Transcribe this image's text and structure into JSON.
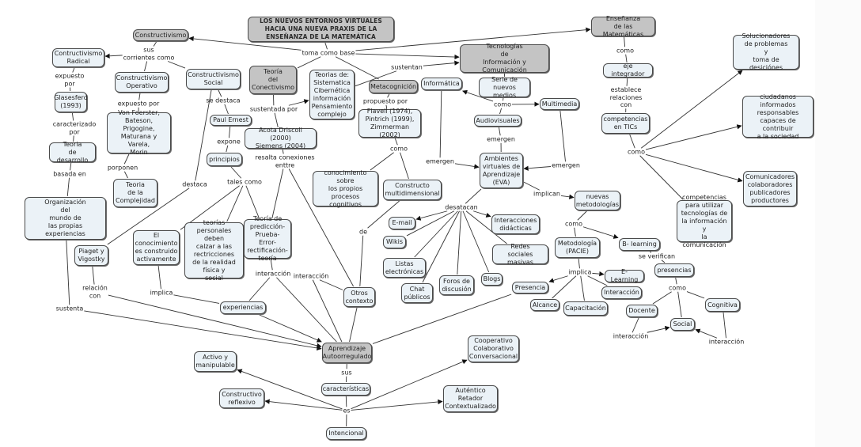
{
  "title": "LOS NUEVOS ENTORNOS VIRTUALES\nHACIA UNA NUEVA PRAXIS DE LA\nENSEÑANZA DE LA MATEMÁTICA",
  "nodes": [
    {
      "id": "root",
      "text": "LOS NUEVOS ENTORNOS VIRTUALES\nHACIA UNA NUEVA PRAXIS DE LA\nENSEÑANZA DE LA MATEMÁTICA",
      "style": "gray main"
    },
    {
      "id": "constructivismo",
      "text": "Constructivismo",
      "style": "gray"
    },
    {
      "id": "radical",
      "text": "Contructivismo\nRadical",
      "style": "light"
    },
    {
      "id": "operativo",
      "text": "Constructivismo\nOperativo",
      "style": "light"
    },
    {
      "id": "social",
      "text": "Constructivismo\nSocial",
      "style": "light"
    },
    {
      "id": "conectivismo",
      "text": "Teoría\ndel\nConectivismo",
      "style": "gray"
    },
    {
      "id": "teorias",
      "text": "Teorias de:\nSistematica\nCibernética\ninformación\nPensamiento\ncomplejo",
      "style": "light"
    },
    {
      "id": "metacognicion",
      "text": "Metacognición",
      "style": "gray"
    },
    {
      "id": "tic",
      "text": "Tecnologías\nde\nInformación y Comunicación",
      "style": "gray"
    },
    {
      "id": "ensenanza",
      "text": "Enseñanza\nde las Matemáticas",
      "style": "gray"
    },
    {
      "id": "glasesferd",
      "text": "Glasesferd\n(1993)",
      "style": "light"
    },
    {
      "id": "vonfoerster",
      "text": "Von Foerster,\nBateson,\nPrigogine,\nMaturana y Varela,\nMorin",
      "style": "light"
    },
    {
      "id": "paulernest",
      "text": "Paul Ernest",
      "style": "light"
    },
    {
      "id": "acota",
      "text": "Acota Driscoll (2000)\nSiemens (2004)",
      "style": "light"
    },
    {
      "id": "flavell",
      "text": "Flavell (1974),\nPintrich (1999),\nZimmerman (2002)",
      "style": "light"
    },
    {
      "id": "informatica",
      "text": "Informática",
      "style": "light"
    },
    {
      "id": "serie",
      "text": "Serie de\nnuevos medios",
      "style": "light"
    },
    {
      "id": "multimedia",
      "text": "Multimedia",
      "style": "light"
    },
    {
      "id": "audiovisuales",
      "text": "Audiovisuales",
      "style": "light"
    },
    {
      "id": "eje",
      "text": "eje integrador",
      "style": "light"
    },
    {
      "id": "competenciastic",
      "text": "competencias\nen TICs",
      "style": "light"
    },
    {
      "id": "solucionadores",
      "text": "Solucionadores\nde problemas\ny\ntoma de desiciónes",
      "style": "light"
    },
    {
      "id": "ciudadanos",
      "text": "ciudadanos\ninformados\nresponsables\ncapaces de contribuir\na la sociedad",
      "style": "light"
    },
    {
      "id": "comunicadores",
      "text": "Comunicadores\ncolaboradores\npublicadores\nproductores",
      "style": "light"
    },
    {
      "id": "competenciasutil",
      "text": "competencias\npara utilizar\ntecnologías de\nla información y\nla comunicación",
      "style": "light"
    },
    {
      "id": "teoriadesarrollo",
      "text": "Teoria\nde desarrollo",
      "style": "light"
    },
    {
      "id": "complejidad",
      "text": "Teoria\nde la\nComplejidad",
      "style": "light"
    },
    {
      "id": "principios",
      "text": "principios",
      "style": "light"
    },
    {
      "id": "conocimientosobre",
      "text": "conocimiento\nsobre\nlos propios\nprocesos cognitivos",
      "style": "light"
    },
    {
      "id": "constructo",
      "text": "Constructo\nmultidimensional",
      "style": "light"
    },
    {
      "id": "eva",
      "text": "Ambientes\nvirtuales de\nAprendizaje\n(EVA)",
      "style": "light"
    },
    {
      "id": "nuevasmet",
      "text": "nuevas\nmetodologías",
      "style": "light"
    },
    {
      "id": "organizacion",
      "text": "Organización\ndel\nmundo de\nlas propias experiencias",
      "style": "light"
    },
    {
      "id": "piaget",
      "text": "Piaget y\nVigostky",
      "style": "light"
    },
    {
      "id": "elconocimiento",
      "text": "El\nconocimiento\nes construido\nactivamente",
      "style": "light"
    },
    {
      "id": "teoriaspersonales",
      "text": "teorías\npersonales deben\ncalzar a las\nrectricciones\nde la realidad\nfísica y\nsocial",
      "style": "light"
    },
    {
      "id": "prediccion",
      "text": "Teoría de\npredicción-\nPrueba-Error-\nrectificación-\nteoría",
      "style": "light"
    },
    {
      "id": "email",
      "text": "E-mail",
      "style": "light"
    },
    {
      "id": "interacciones",
      "text": "Interacciones\ndidácticas",
      "style": "light"
    },
    {
      "id": "wikis",
      "text": "Wikis",
      "style": "light"
    },
    {
      "id": "redes",
      "text": "Redes\nsociales masivas",
      "style": "light"
    },
    {
      "id": "listas",
      "text": "Listas\nelectrónicas",
      "style": "light"
    },
    {
      "id": "chat",
      "text": "Chat\npúblicos",
      "style": "light"
    },
    {
      "id": "foros",
      "text": "Foros de\ndiscusión",
      "style": "light"
    },
    {
      "id": "blogs",
      "text": "Blogs",
      "style": "light"
    },
    {
      "id": "metodologia",
      "text": "Metodología\n(PACIE)",
      "style": "light"
    },
    {
      "id": "blearning",
      "text": "B- learning",
      "style": "light"
    },
    {
      "id": "presencias",
      "text": "presencias",
      "style": "light"
    },
    {
      "id": "presencia",
      "text": "Presencia",
      "style": "light"
    },
    {
      "id": "elearning",
      "text": "E-Learning",
      "style": "light"
    },
    {
      "id": "interaccion",
      "text": "Interacción",
      "style": "light"
    },
    {
      "id": "alcance",
      "text": "Alcance",
      "style": "light"
    },
    {
      "id": "capacitacion",
      "text": "Capacitación",
      "style": "light"
    },
    {
      "id": "docente",
      "text": "Docente",
      "style": "light"
    },
    {
      "id": "cognitiva",
      "text": "Cognitiva",
      "style": "light"
    },
    {
      "id": "socialp",
      "text": "Social",
      "style": "light"
    },
    {
      "id": "otros",
      "text": "Otros\ncontexto",
      "style": "light"
    },
    {
      "id": "experiencias",
      "text": "experiencias",
      "style": "light"
    },
    {
      "id": "aprendizaje",
      "text": "Aprendizaje\nAutoorregulado",
      "style": "gray"
    },
    {
      "id": "caracteristicas",
      "text": "características",
      "style": "light"
    },
    {
      "id": "activo",
      "text": "Activo y\nmanipulable",
      "style": "light"
    },
    {
      "id": "cooperativo",
      "text": "Cooperativo\nColaborativo\nConversacional",
      "style": "light"
    },
    {
      "id": "constructivo",
      "text": "Constructivo\nreflexivo",
      "style": "light"
    },
    {
      "id": "autentico",
      "text": "Auténtico\nRetador\nContextualizado",
      "style": "light"
    },
    {
      "id": "intencional",
      "text": "Intencional",
      "style": "light"
    }
  ],
  "link_labels": [
    {
      "id": "tomacomobase",
      "text": "toma como base"
    },
    {
      "id": "suscorrientes",
      "text": "sus\ncorrientes como"
    },
    {
      "id": "expuestopor1",
      "text": "expuesto\npor"
    },
    {
      "id": "expuestopor2",
      "text": "expuesto por"
    },
    {
      "id": "caracterizado",
      "text": "caracterizado\npor"
    },
    {
      "id": "basadaen",
      "text": "basada en"
    },
    {
      "id": "porponen",
      "text": "porponen"
    },
    {
      "id": "sedestaca",
      "text": "se destaca"
    },
    {
      "id": "expone",
      "text": "expone"
    },
    {
      "id": "talescomo",
      "text": "tales como"
    },
    {
      "id": "destaca",
      "text": "destaca"
    },
    {
      "id": "sustentadapor",
      "text": "sustentada por"
    },
    {
      "id": "resalta",
      "text": "resalta conexiones\nenttre"
    },
    {
      "id": "sustentan",
      "text": "sustentan"
    },
    {
      "id": "propuestopor",
      "text": "propuesto por"
    },
    {
      "id": "como1",
      "text": "como"
    },
    {
      "id": "como2",
      "text": "como"
    },
    {
      "id": "emergen1",
      "text": "emergen"
    },
    {
      "id": "emergen2",
      "text": "emergen"
    },
    {
      "id": "emergen3",
      "text": "emergen"
    },
    {
      "id": "como3",
      "text": "como"
    },
    {
      "id": "establece",
      "text": "establece\nrelaciones\ncon"
    },
    {
      "id": "como4",
      "text": "como"
    },
    {
      "id": "implican",
      "text": "implican"
    },
    {
      "id": "desatacan",
      "text": "desatacan"
    },
    {
      "id": "como5",
      "text": "como"
    },
    {
      "id": "implica1",
      "text": "implica"
    },
    {
      "id": "severifican",
      "text": "se verifican"
    },
    {
      "id": "como6",
      "text": "como"
    },
    {
      "id": "interaccion1",
      "text": "interacción"
    },
    {
      "id": "interaccion2",
      "text": "interacción"
    },
    {
      "id": "de",
      "text": "de"
    },
    {
      "id": "interaccion3",
      "text": "interacción"
    },
    {
      "id": "interaccion4",
      "text": "interacción"
    },
    {
      "id": "relacioncon",
      "text": "relación\ncon"
    },
    {
      "id": "implica2",
      "text": "implica"
    },
    {
      "id": "sustenta",
      "text": "sustenta"
    },
    {
      "id": "sus",
      "text": "sus"
    },
    {
      "id": "es",
      "text": "es"
    }
  ],
  "edges": [
    [
      "root",
      "tomacomobase",
      0
    ],
    [
      "tomacomobase",
      "constructivismo",
      1
    ],
    [
      "tomacomobase",
      "conectivismo",
      0
    ],
    [
      "tomacomobase",
      "metacognicion",
      0
    ],
    [
      "tomacomobase",
      "tic",
      1
    ],
    [
      "tomacomobase",
      "ensenanza",
      1
    ],
    [
      "constructivismo",
      "suscorrientes",
      0
    ],
    [
      "suscorrientes",
      "radical",
      1
    ],
    [
      "suscorrientes",
      "operativo",
      0
    ],
    [
      "suscorrientes",
      "social",
      0
    ],
    [
      "radical",
      "expuestopor1",
      0
    ],
    [
      "expuestopor1",
      "glasesferd",
      0
    ],
    [
      "glasesferd",
      "caracterizado",
      0
    ],
    [
      "caracterizado",
      "teoriadesarrollo",
      0
    ],
    [
      "teoriadesarrollo",
      "basadaen",
      0
    ],
    [
      "basadaen",
      "organizacion",
      0
    ],
    [
      "operativo",
      "expuestopor2",
      0
    ],
    [
      "expuestopor2",
      "vonfoerster",
      0
    ],
    [
      "vonfoerster",
      "porponen",
      0
    ],
    [
      "porponen",
      "complejidad",
      0
    ],
    [
      "social",
      "sedestaca",
      0
    ],
    [
      "sedestaca",
      "paulernest",
      0
    ],
    [
      "paulernest",
      "expone",
      0
    ],
    [
      "expone",
      "principios",
      0
    ],
    [
      "principios",
      "talescomo",
      0
    ],
    [
      "talescomo",
      "elconocimiento",
      0
    ],
    [
      "talescomo",
      "teoriaspersonales",
      0
    ],
    [
      "talescomo",
      "prediccion",
      0
    ],
    [
      "social",
      "destaca",
      0
    ],
    [
      "destaca",
      "piaget",
      0
    ],
    [
      "conectivismo",
      "sustentadapor",
      0
    ],
    [
      "sustentadapor",
      "teorias",
      1
    ],
    [
      "sustentadapor",
      "acota",
      0
    ],
    [
      "acota",
      "resalta",
      0
    ],
    [
      "resalta",
      "prediccion",
      0
    ],
    [
      "resalta",
      "otros",
      0
    ],
    [
      "teorias",
      "sustentan",
      0
    ],
    [
      "sustentan",
      "tic",
      1
    ],
    [
      "metacognicion",
      "propuestopor",
      0
    ],
    [
      "propuestopor",
      "flavell",
      0
    ],
    [
      "flavell",
      "como1",
      0
    ],
    [
      "como1",
      "conocimientosobre",
      0
    ],
    [
      "como1",
      "constructo",
      0
    ],
    [
      "tic",
      "serie",
      0
    ],
    [
      "serie",
      "como2",
      0
    ],
    [
      "como2",
      "informatica",
      1
    ],
    [
      "como2",
      "multimedia",
      1
    ],
    [
      "como2",
      "audiovisuales",
      0
    ],
    [
      "audiovisuales",
      "emergen1",
      0
    ],
    [
      "emergen1",
      "eva",
      0
    ],
    [
      "informatica",
      "emergen2",
      0
    ],
    [
      "emergen2",
      "eva",
      1
    ],
    [
      "multimedia",
      "emergen3",
      0
    ],
    [
      "emergen3",
      "eva",
      1
    ],
    [
      "ensenanza",
      "como3",
      0
    ],
    [
      "como3",
      "eje",
      0
    ],
    [
      "eje",
      "establece",
      0
    ],
    [
      "establece",
      "competenciastic",
      0
    ],
    [
      "competenciastic",
      "como4",
      0
    ],
    [
      "como4",
      "solucionadores",
      1
    ],
    [
      "como4",
      "ciudadanos",
      1
    ],
    [
      "como4",
      "comunicadores",
      1
    ],
    [
      "como4",
      "competenciasutil",
      0
    ],
    [
      "eva",
      "implican",
      0
    ],
    [
      "implican",
      "nuevasmet",
      1
    ],
    [
      "nuevasmet",
      "como5",
      0
    ],
    [
      "como5",
      "metodologia",
      0
    ],
    [
      "como5",
      "blearning",
      1
    ],
    [
      "metodologia",
      "implica1",
      0
    ],
    [
      "implica1",
      "presencia",
      1
    ],
    [
      "implica1",
      "elearning",
      1
    ],
    [
      "implica1",
      "interaccion",
      0
    ],
    [
      "implica1",
      "alcance",
      0
    ],
    [
      "implica1",
      "capacitacion",
      0
    ],
    [
      "blearning",
      "severifican",
      0
    ],
    [
      "severifican",
      "presencias",
      0
    ],
    [
      "presencias",
      "como6",
      0
    ],
    [
      "como6",
      "docente",
      0
    ],
    [
      "como6",
      "cognitiva",
      0
    ],
    [
      "como6",
      "socialp",
      0
    ],
    [
      "docente",
      "interaccion1",
      0
    ],
    [
      "interaccion1",
      "socialp",
      1
    ],
    [
      "cognitiva",
      "interaccion2",
      0
    ],
    [
      "interaccion2",
      "socialp",
      1
    ],
    [
      "eva",
      "desatacan",
      0
    ],
    [
      "desatacan",
      "email",
      1
    ],
    [
      "desatacan",
      "interacciones",
      1
    ],
    [
      "desatacan",
      "wikis",
      0
    ],
    [
      "desatacan",
      "redes",
      0
    ],
    [
      "desatacan",
      "listas",
      0
    ],
    [
      "desatacan",
      "chat",
      0
    ],
    [
      "desatacan",
      "foros",
      0
    ],
    [
      "desatacan",
      "blogs",
      0
    ],
    [
      "constructo",
      "de",
      0
    ],
    [
      "de",
      "otros",
      0
    ],
    [
      "prediccion",
      "interaccion3",
      0
    ],
    [
      "interaccion3",
      "experiencias",
      0
    ],
    [
      "interaccion3",
      "aprendizaje",
      0
    ],
    [
      "otros",
      "interaccion4",
      0
    ],
    [
      "interaccion4",
      "aprendizaje",
      0
    ],
    [
      "otros",
      "aprendizaje",
      0
    ],
    [
      "presencia",
      "aprendizaje",
      0
    ],
    [
      "piaget",
      "relacioncon",
      0
    ],
    [
      "relacioncon",
      "aprendizaje",
      1
    ],
    [
      "elconocimiento",
      "implica2",
      0
    ],
    [
      "implica2",
      "experiencias",
      0
    ],
    [
      "experiencias",
      "aprendizaje",
      1
    ],
    [
      "organizacion",
      "sustenta",
      0
    ],
    [
      "sustenta",
      "aprendizaje",
      1
    ],
    [
      "aprendizaje",
      "sus",
      0
    ],
    [
      "sus",
      "caracteristicas",
      0
    ],
    [
      "caracteristicas",
      "es",
      0
    ],
    [
      "es",
      "activo",
      1
    ],
    [
      "es",
      "constructivo",
      1
    ],
    [
      "es",
      "cooperativo",
      1
    ],
    [
      "es",
      "autentico",
      1
    ],
    [
      "es",
      "intencional",
      0
    ]
  ],
  "colors": {
    "node_fill": "#ebf2f7",
    "node_gray": "#c4c4c4",
    "border": "#4a4a4a",
    "line": "#333333"
  }
}
